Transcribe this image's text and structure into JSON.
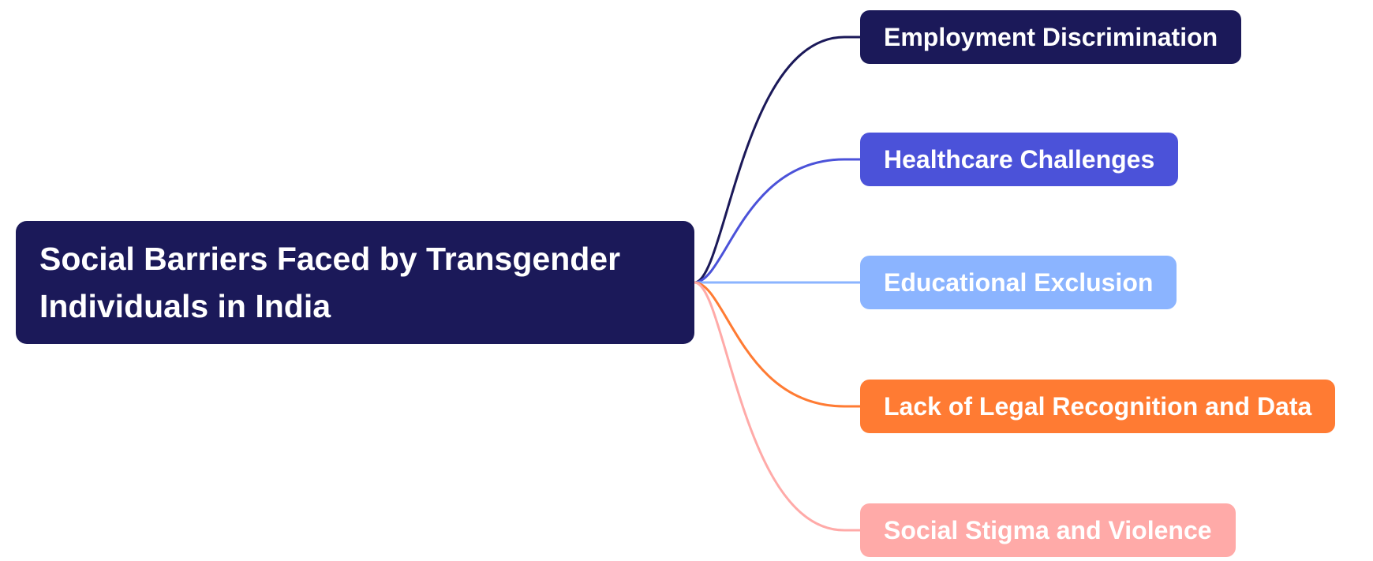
{
  "root": {
    "label": "Social Barriers Faced by Transgender Individuals in India",
    "color": "#1b1959"
  },
  "branches": [
    {
      "label": "Employment Discrimination",
      "color": "#1b1959"
    },
    {
      "label": "Healthcare Challenges",
      "color": "#4b52d9"
    },
    {
      "label": "Educational Exclusion",
      "color": "#8bb4ff"
    },
    {
      "label": "Lack of Legal Recognition and Data",
      "color": "#ff7b33"
    },
    {
      "label": "Social Stigma and Violence",
      "color": "#ffaaa8"
    }
  ]
}
